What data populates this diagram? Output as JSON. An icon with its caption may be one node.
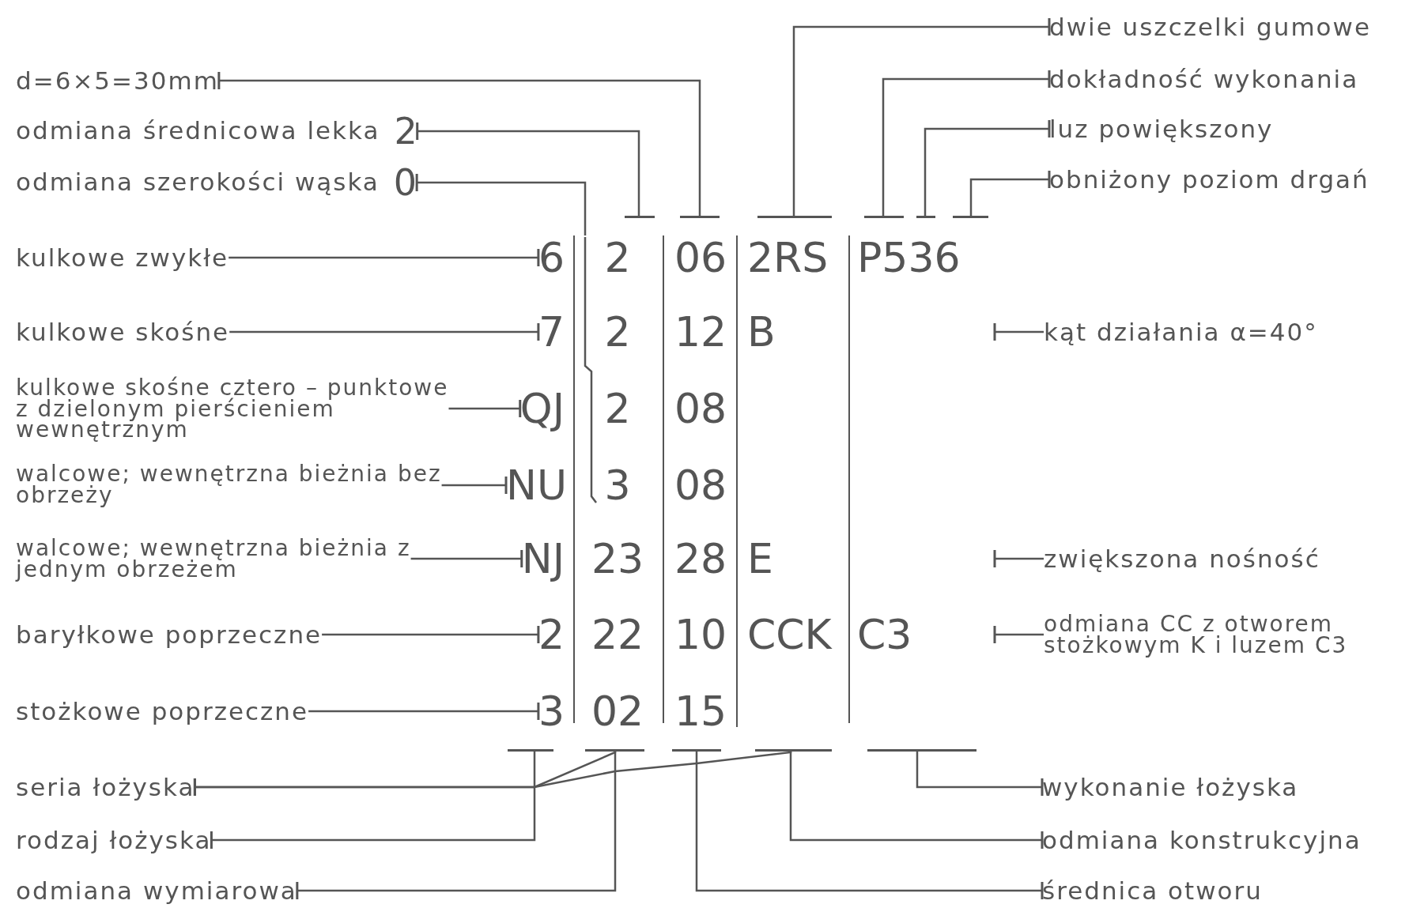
{
  "diagram": {
    "nodes": [
      {
        "text": [
          "d=6×5=30mm"
        ]
      },
      {
        "text": [
          "odmiana średnicowa lekka",
          "2"
        ]
      },
      {
        "text": [
          "odmiana szerokości wąska",
          "0"
        ]
      },
      {
        "text": [
          "dwie uszczelki gumowe"
        ]
      },
      {
        "text": [
          "dokładność wykonania"
        ]
      },
      {
        "text": [
          "luz powiększony"
        ]
      },
      {
        "text": [
          "obniżony poziom drgań"
        ]
      },
      {
        "text": [],
        "shape": "bar"
      },
      {
        "text": [],
        "shape": "bar"
      },
      {
        "text": [],
        "shape": "bar"
      },
      {
        "text": [],
        "shape": "bar"
      },
      {
        "text": [],
        "shape": "bar"
      },
      {
        "text": [],
        "shape": "bar"
      },
      {
        "text": [],
        "shape": "bracket"
      },
      {
        "text": [
          "kulkowe zwykłe"
        ]
      },
      {
        "text": [
          "6"
        ]
      },
      {
        "text": [
          "kulkowe skośne"
        ]
      },
      {
        "text": [
          "7"
        ]
      },
      {
        "text": [
          "kąt działania α=40°"
        ]
      },
      {
        "text": [
          "kulkowe skośne cztero – punktowe z dzielonym pierścieniem wewnętrznym"
        ]
      },
      {
        "text": [
          "QJ"
        ]
      },
      {
        "text": [
          "walcowe; wewnętrzna bieżnia bez obrzeży"
        ]
      },
      {
        "text": [
          "NU"
        ]
      },
      {
        "text": [
          "walcowe; wewnętrzna bieżnia z jednym obrzeżem"
        ]
      },
      {
        "text": [
          "NJ"
        ]
      },
      {
        "text": [
          "zwiększona nośność"
        ]
      },
      {
        "text": [
          "baryłkowe poprzeczne"
        ]
      },
      {
        "text": [
          "2"
        ]
      },
      {
        "text": [
          "odmiana CC z otworem stożkowym K i luzem C3"
        ]
      },
      {
        "text": [
          "stożkowe poprzeczne"
        ]
      },
      {
        "text": [
          "3"
        ]
      },
      {
        "text": [],
        "shape": "bar"
      },
      {
        "text": [],
        "shape": "bar"
      },
      {
        "text": [],
        "shape": "bar"
      },
      {
        "text": [],
        "shape": "bar"
      },
      {
        "text": [],
        "shape": "bar"
      },
      {
        "text": [
          "seria łożyska"
        ]
      },
      {
        "text": [
          "wykonanie łożyska"
        ]
      },
      {
        "text": [
          "rodzaj łożyska"
        ]
      },
      {
        "text": [
          "odmiana konstrukcyjna"
        ]
      },
      {
        "text": [
          "odmiana wymiarowa"
        ]
      },
      {
        "text": [
          "średnica otworu"
        ]
      }
    ],
    "edges": [
      {
        "from": 8,
        "to": 0,
        "arrow": "other"
      },
      {
        "from": 7,
        "to": 1,
        "arrow": "other"
      },
      {
        "from": 13,
        "to": 2,
        "arrow": "other"
      },
      {
        "from": 9,
        "to": 3,
        "arrow": "other"
      },
      {
        "from": 10,
        "to": 4,
        "arrow": "other"
      },
      {
        "from": 11,
        "to": 5,
        "arrow": "other"
      },
      {
        "from": 12,
        "to": 6,
        "arrow": "other"
      },
      {
        "from": 14,
        "to": 15,
        "arrow": "other"
      },
      {
        "from": 16,
        "to": 17,
        "arrow": "other"
      },
      {
        "from": 18,
        "to": null,
        "arrow": "other"
      },
      {
        "from": 19,
        "to": 20,
        "arrow": "other"
      },
      {
        "from": 21,
        "to": 22,
        "arrow": "other"
      },
      {
        "from": 23,
        "to": 24,
        "arrow": "other"
      },
      {
        "from": 25,
        "to": null,
        "arrow": "other"
      },
      {
        "from": 26,
        "to": 27,
        "arrow": "other"
      },
      {
        "from": 28,
        "to": null,
        "arrow": "other"
      },
      {
        "from": 29,
        "to": 30,
        "arrow": "other"
      },
      {
        "from": 32,
        "to": 36,
        "arrow": "other"
      },
      {
        "from": 34,
        "to": 36,
        "arrow": "other"
      },
      {
        "from": 31,
        "to": 38,
        "arrow": "other"
      },
      {
        "from": 32,
        "to": 40,
        "arrow": "other"
      },
      {
        "from": 33,
        "to": 41,
        "arrow": "other"
      },
      {
        "from": 34,
        "to": 39,
        "arrow": "other"
      },
      {
        "from": 35,
        "to": 37,
        "arrow": "other"
      }
    ],
    "labels": [
      "2",
      "06",
      "2RS",
      "P536",
      "2",
      "12",
      "B",
      "2",
      "08",
      "3",
      "08",
      "23",
      "28",
      "E",
      "22",
      "10",
      "CCK",
      "C3",
      "02",
      "15"
    ]
  }
}
